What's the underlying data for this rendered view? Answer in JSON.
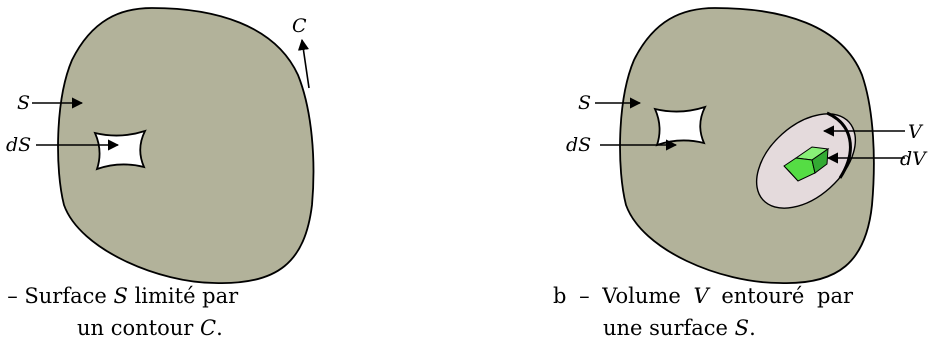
{
  "colors": {
    "surface_fill": "#b2b29a",
    "volume_fill": "#e4dadc",
    "element_light": "#66ee55",
    "element_dark": "#33aa33",
    "outline": "#000000"
  },
  "figure_a": {
    "label_S": "S",
    "label_dS": "dS",
    "label_C": "C",
    "caption_prefix": "a – Surface",
    "caption_var1": "S",
    "caption_mid": "limité par",
    "caption_line2_prefix": "un contour",
    "caption_var2": "C",
    "caption_line2_suffix": "."
  },
  "figure_b": {
    "label_S": "S",
    "label_dS": "dS",
    "label_V": "V",
    "label_dV": "dV",
    "caption_prefix": "b – Volume",
    "caption_var1": "V",
    "caption_mid": "entouré par",
    "caption_line2_prefix": "une surface",
    "caption_var2": "S",
    "caption_line2_suffix": "."
  }
}
